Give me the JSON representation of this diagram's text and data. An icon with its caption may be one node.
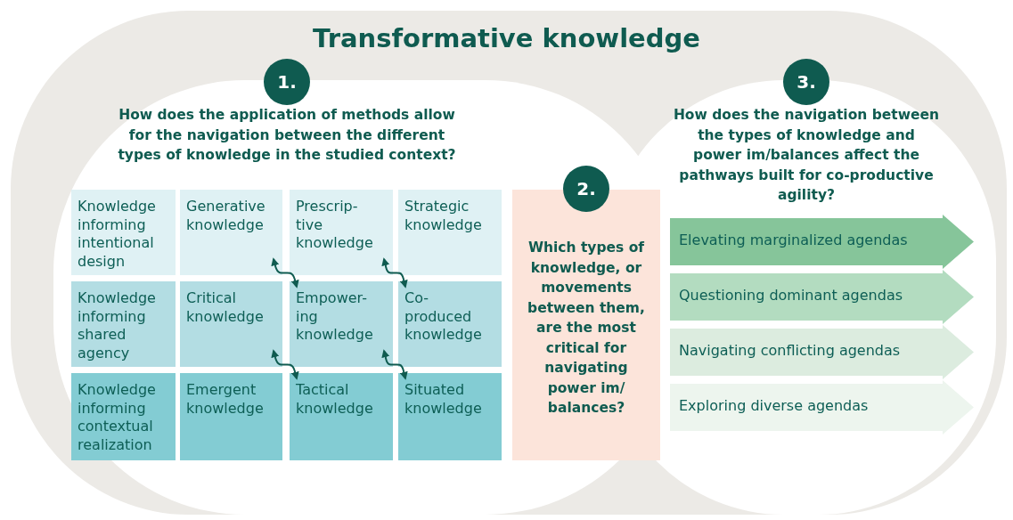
{
  "diagram": {
    "title": "Transformative knowledge",
    "nodes": [
      {
        "text": [
          "1."
        ]
      },
      {
        "text": [
          "Knowledge informing intentional design"
        ]
      },
      {
        "text": [
          "Generative knowledge"
        ]
      },
      {
        "text": [
          "Prescrip- tive knowledge"
        ]
      },
      {
        "text": [
          "Strategic knowledge"
        ]
      },
      {
        "text": [
          "Knowledge informing shared agency"
        ]
      },
      {
        "text": [
          "Critical knowledge"
        ]
      },
      {
        "text": [
          "Empower- ing knowledge"
        ]
      },
      {
        "text": [
          "Co- produced knowledge"
        ]
      },
      {
        "text": [
          "Knowledge informing contextual realization"
        ]
      },
      {
        "text": [
          "Emergent knowledge"
        ]
      },
      {
        "text": [
          "Tactical knowledge"
        ]
      },
      {
        "text": [
          "Situated knowledge"
        ]
      },
      {
        "text": [
          "Which types of knowledge, or movements between them, are the most critical for navigating power im/ balances?"
        ]
      },
      {
        "text": [
          "2."
        ]
      },
      {
        "text": [
          "3."
        ]
      },
      {
        "text": [
          "Elevating marginalized agendas"
        ]
      },
      {
        "text": [
          "Questioning dominant agendas"
        ]
      },
      {
        "text": [
          "Navigating conflicting agendas"
        ]
      },
      {
        "text": [
          "Exploring diverse agendas"
        ]
      }
    ],
    "edges": [
      {
        "from": 2,
        "to": 7,
        "arrow": "both"
      },
      {
        "from": 3,
        "to": 8,
        "arrow": "both"
      },
      {
        "from": 6,
        "to": 11,
        "arrow": "both"
      },
      {
        "from": 7,
        "to": 12,
        "arrow": "both"
      }
    ],
    "labels": [
      "How does the application of methods allow for the navigation between the different types of knowledge in the studied context?",
      "How does the navigation between the types of knowledge and power im/balances affect the pathways built for co-productive agility?"
    ]
  }
}
